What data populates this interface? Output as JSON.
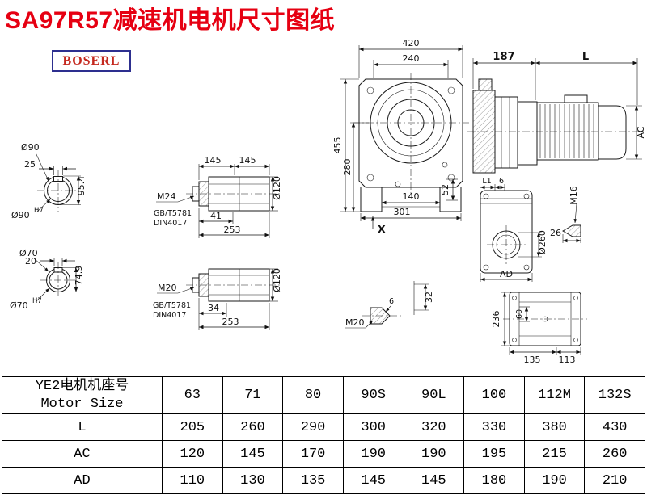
{
  "title": "SA97R57减速机电机尺寸图纸",
  "brand": "BOSERL",
  "front_view": {
    "overall_width": "420",
    "flange_width": "240",
    "overall_height": "455",
    "center_height": "280",
    "foot_height": "52",
    "bolt_spacing": "140",
    "base_width": "301",
    "face_mark": "X"
  },
  "side_view": {
    "gearbox_length": "187",
    "motor_length": "L",
    "motor_diameter": "AC"
  },
  "bore_top": {
    "outer": "Ø90",
    "key_depth": "95.4",
    "key_width": "25",
    "bore": "Ø90",
    "tolerance": "H7"
  },
  "bore_bottom": {
    "outer": "Ø70",
    "key_depth": "74.9",
    "key_width": "20",
    "bore": "Ø70",
    "tolerance": "H7"
  },
  "shaft_top": {
    "seg1": "145",
    "seg2": "145",
    "diameter": "Ø120",
    "thread": "M24",
    "std_gb": "GB/T5781",
    "std_din": "DIN4017",
    "bolt_len": "41",
    "total_len": "253"
  },
  "shaft_bottom": {
    "thread": "M20",
    "std_gb": "GB/T5781",
    "std_din": "DIN4017",
    "bolt_len": "34",
    "total_len": "253",
    "diameter": "Ø120"
  },
  "aux_side": {
    "l1": "L1",
    "gap": "6",
    "bore": "Ø260",
    "width_label": "AD",
    "stud_thread": "M16",
    "stud_len": "26"
  },
  "plug": {
    "tip": "6",
    "height": "32",
    "thread": "M20"
  },
  "bottom_view": {
    "depth": "236",
    "inner": "60",
    "len_a": "135",
    "len_b": "113"
  },
  "table": {
    "header_cn": "YE2电机机座号",
    "header_en": "Motor Size",
    "sizes": [
      "63",
      "71",
      "80",
      "90S",
      "90L",
      "100",
      "112M",
      "132S"
    ],
    "rows": [
      {
        "label": "L",
        "values": [
          "205",
          "260",
          "290",
          "300",
          "320",
          "330",
          "380",
          "430"
        ]
      },
      {
        "label": "AC",
        "values": [
          "120",
          "145",
          "170",
          "190",
          "190",
          "195",
          "215",
          "260"
        ]
      },
      {
        "label": "AD",
        "values": [
          "110",
          "130",
          "135",
          "145",
          "145",
          "180",
          "190",
          "210"
        ]
      }
    ]
  }
}
